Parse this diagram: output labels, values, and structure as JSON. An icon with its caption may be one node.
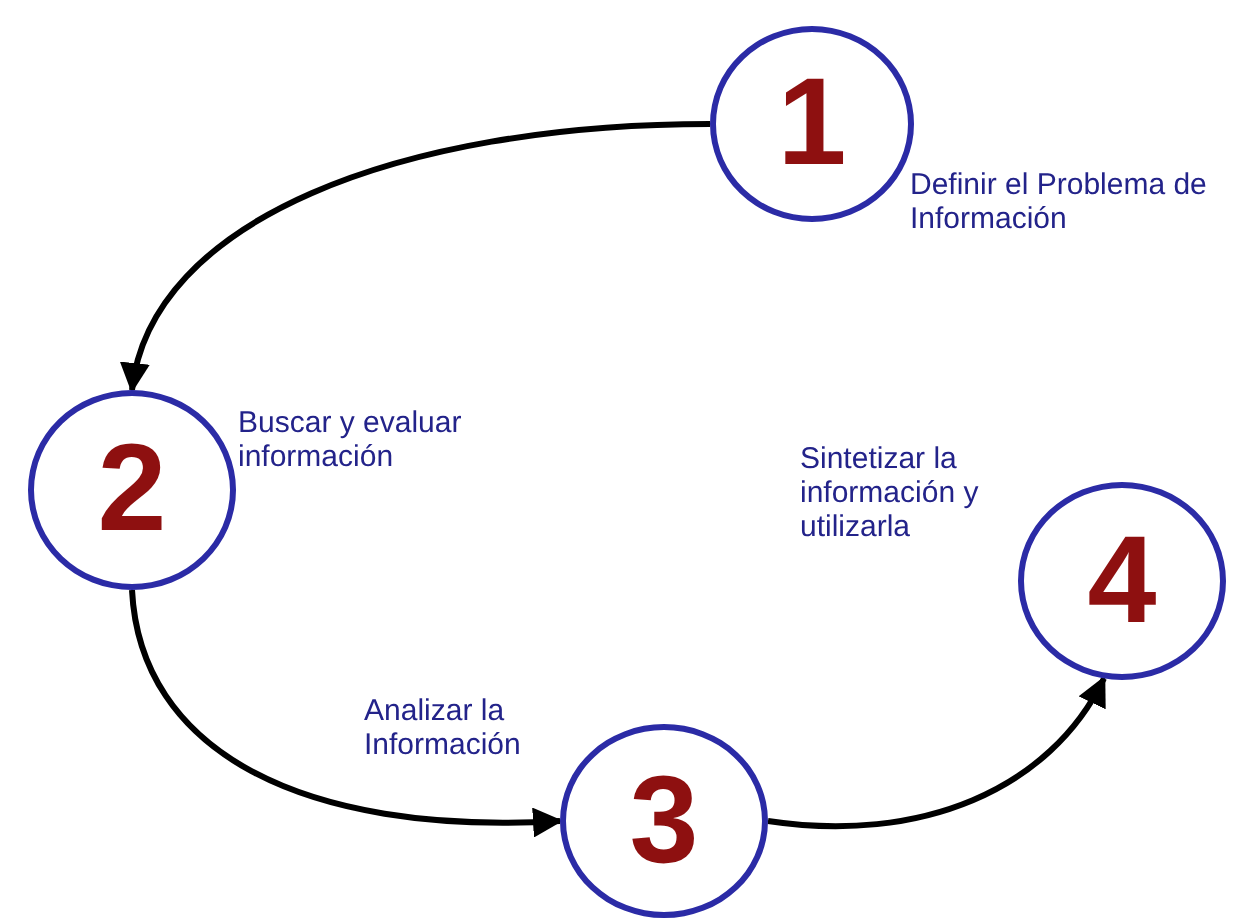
{
  "diagram": {
    "nodes": [
      {
        "text": [
          "1"
        ],
        "beside": [
          "Definir el Problema de Información"
        ]
      },
      {
        "text": [
          "2"
        ],
        "beside": [
          "Buscar y evaluar información"
        ]
      },
      {
        "text": [
          "3"
        ],
        "beside": [
          "Analizar la Información"
        ]
      },
      {
        "text": [
          "4"
        ],
        "beside": [
          "Sintetizar la información y utilizarla"
        ]
      }
    ],
    "edges": [
      {
        "from": 0,
        "to": 1,
        "arrow": "to"
      },
      {
        "from": 1,
        "to": 2,
        "arrow": "to"
      },
      {
        "from": 2,
        "to": 3,
        "arrow": "to"
      }
    ]
  }
}
